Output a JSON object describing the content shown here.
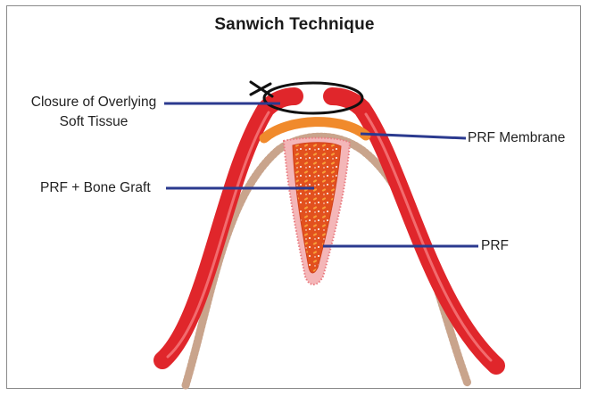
{
  "title": "Sanwich Technique",
  "labels": {
    "closure_line1": "Closure of Overlying",
    "closure_line2": "Soft Tissue",
    "prf_membrane": "PRF Membrane",
    "prf_bone_graft": "PRF + Bone Graft",
    "prf": "PRF"
  },
  "colors": {
    "soft_tissue": "#e0262b",
    "soft_tissue_highlight": "#f26b6e",
    "bone": "#c9a48c",
    "prf_membrane": "#f08a2c",
    "bone_graft": "#e2501e",
    "prf_halo": "#f4b6b8",
    "leader_line": "#2b3a8f",
    "suture": "#111111"
  }
}
